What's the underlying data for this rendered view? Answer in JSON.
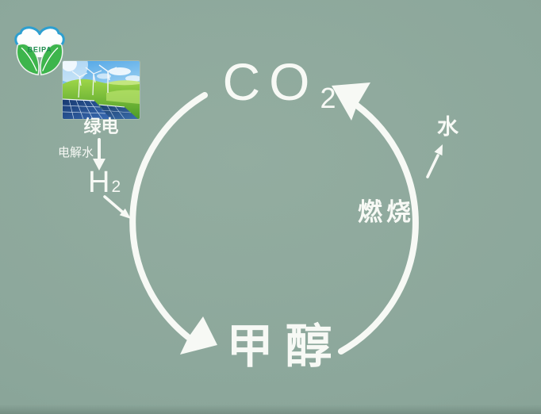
{
  "colors": {
    "background": "#8ca79b",
    "ink": "#f7f9f5",
    "logo_cloud_blue": "#2d9fd0",
    "logo_leaf_green": "#3db54c",
    "logo_text_green": "#1d8c4d"
  },
  "logo": {
    "text": "BEIPA"
  },
  "diagram": {
    "co2": {
      "main": "CO",
      "sub": "2"
    },
    "methanol": "甲醇",
    "combustion": "燃烧",
    "water": "水",
    "green_electricity": "绿电",
    "electrolysis": "电解水",
    "hydrogen": {
      "main": "H",
      "sub": "2"
    }
  }
}
